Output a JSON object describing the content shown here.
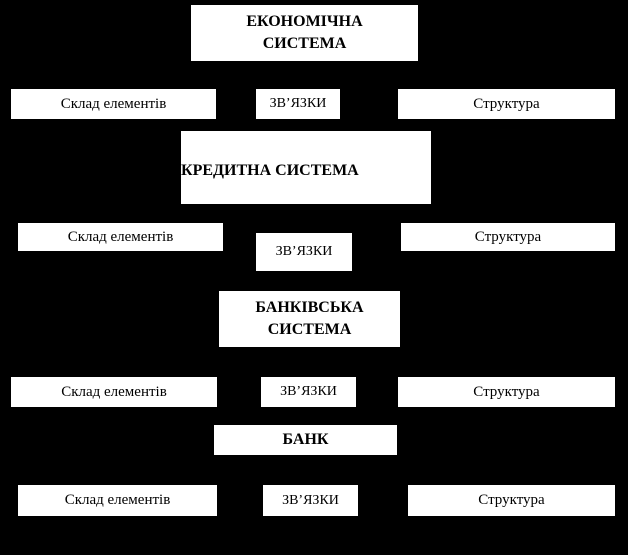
{
  "diagram": {
    "background_color": "#000000",
    "box_background_color": "#ffffff",
    "box_border_color": "#000000",
    "text_color": "#000000",
    "systems": {
      "economic": {
        "line1": "ЕКОНОМІЧНА",
        "line2": "СИСТЕМА"
      },
      "credit": {
        "line1": "КРЕДИТНА СИСТЕМА"
      },
      "banking": {
        "line1": "БАНКІВСЬКА",
        "line2": "СИСТЕМА"
      },
      "bank": {
        "line1": "БАНК"
      }
    },
    "rows": [
      {
        "composition": "Склад елементів",
        "links": "ЗВ’ЯЗКИ",
        "structure": "Структура"
      },
      {
        "composition": "Склад елементів",
        "links": "ЗВ’ЯЗКИ",
        "structure": "Структура"
      },
      {
        "composition": "Склад елементів",
        "links": "ЗВ’ЯЗКИ",
        "structure": "Структура"
      },
      {
        "composition": "Склад елементів",
        "links": "ЗВ’ЯЗКИ",
        "structure": "Структура"
      }
    ]
  }
}
